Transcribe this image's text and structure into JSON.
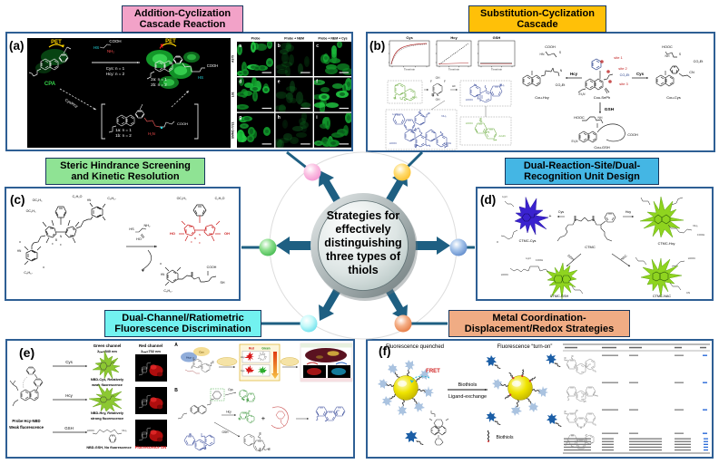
{
  "hub": {
    "title": "Strategies for effectively distinguishing three types of thiols"
  },
  "panels": {
    "a": {
      "label": "(a)",
      "header": {
        "line1": "Addition-Cyclization",
        "line2": "Cascade Reaction"
      },
      "scheme": {
        "pet_left": "PET",
        "pet_right": "PET",
        "cpa": "CPA",
        "cooh_top": "COOH",
        "hs_top": "HS",
        "nh2_top": "NH₂",
        "cond1": "Cys: n = 1",
        "cond2": "Hcy: n = 2",
        "arrow_label": "Cys/Hcy",
        "prod1": "2a: n = 1",
        "prod2": "2b: n = 2",
        "prod_cooh": "COOH",
        "prod_hs": "HS",
        "prod_h2n": "H₂N",
        "int1": "1a: n = 1",
        "int2": "1b: n = 2",
        "int_cooh": "COOH"
      },
      "grid": {
        "col_headers": [
          "Probe",
          "Probe + NEM",
          "Probe + NEM + Cys"
        ],
        "row_labels": [
          "A375",
          "L02",
          "SMMC-7721"
        ],
        "cell_letters": [
          "a",
          "b",
          "c",
          "d",
          "e",
          "f",
          "g",
          "h",
          "i"
        ]
      }
    },
    "b": {
      "label": "(b)",
      "header": {
        "line1": "Substitution-Cyclization",
        "line2": "Cascade"
      },
      "charts": [
        {
          "title": "Cys",
          "xlabel": "Time/min"
        },
        {
          "title": "Hcy",
          "xlabel": "Time/min"
        },
        {
          "title": "GSH",
          "xlabel": "Time/min"
        }
      ],
      "scheme": {
        "left_caption": "Cou-Hcy",
        "center_caption": "Cou-SePh",
        "right_caption": "Cou-Cys",
        "bottom_caption": "Cou-GSH",
        "arrow_left": "Hcy",
        "arrow_right": "Cys",
        "arrow_down": "GSH",
        "site1": "site 1",
        "site2": "site 2",
        "site3": "site 3",
        "co2et": "CO₂Et",
        "co2et_l": "CO₂Et",
        "co2et_r": "CO₂Et",
        "cooh_l": "COOH",
        "hooc_r": "HOOC",
        "cn_r": "CN",
        "hooc_b": "HOOC",
        "cooh_b": "COOH",
        "et2n_c": "Et₂N",
        "et2n_b": "Et₂N",
        "nh_l": "HN",
        "nh_r": "NH",
        "nh_b": "NH",
        "hf": "HF"
      }
    },
    "c": {
      "label": "(c)",
      "header": {
        "line1": "Steric Hindrance Screening",
        "line2": "and Kinetic Resolution"
      },
      "scheme": {
        "oc2h5_a": "OC₂H₅",
        "c2h5o_a": "C₂H₅O",
        "oc2h5_b": "OC₂H₅",
        "c8h17_a": "C₈H₁₇",
        "c8h17_b": "C₈H₁₇",
        "c8h17_c": "C₈H₁₇",
        "hs": "HS",
        "nh2": "NH₂",
        "ho_cys": "HO",
        "oc2h5_r": "OC₂H₅",
        "c2h5o_r": "C₂H₅O",
        "ho_red": "HO",
        "oh_red": "OH",
        "hn_a": "HN",
        "hn_b": "HN",
        "cooh": "COOH",
        "sh": "SH"
      }
    },
    "d": {
      "label": "(d)",
      "header": {
        "line1": "Dual-Reaction-Site/Dual-",
        "line2": "Recognition Unit Design"
      },
      "scheme": {
        "center_caption": "CTMC",
        "cys_caption": "CTMC-Cys",
        "hcy_caption": "CTMC-Hcy",
        "gsh_caption": "CTMC-GSH",
        "nac_caption": "CTMC-NAC",
        "arrow_cys": "Cys",
        "arrow_hcy": "Hcy",
        "arrow_gsh": "GSH",
        "arrow_nac": "NAC"
      }
    },
    "e": {
      "label": "(e)",
      "header": {
        "line1": "Dual-Channel/Ratiometric",
        "line2": "Fluorescence Discrimination"
      },
      "left": {
        "probe1": "Probe Hcy-NBD",
        "probe2": "Weak fluorescence",
        "arrow1": "Cys",
        "arrow2": "Hcy",
        "arrow3": "GSH",
        "green_ch1": "Green channel",
        "green_ch2": "λₑₘ=540 nm",
        "red_ch1": "Red channel",
        "red_ch2": "λₑₘ=702 nm",
        "cap1a": "NBD-Cys, Relatively",
        "cap1b": "weak fluorescence",
        "cap2a": "NBD-Hcy, Relatively",
        "cap2b": "strong fluorescence",
        "cap3": "NBD-GSH, No fluorescence",
        "fluor_on": "Fluorescence ON"
      },
      "right": {
        "a_label": "A",
        "b_label": "B",
        "plus": "+",
        "cys": "Cys",
        "hcy": "Hcy",
        "gsh": "GSH",
        "red": "Red",
        "green": "Green"
      }
    },
    "f": {
      "label": "(f)",
      "header": {
        "line1": "Metal Coordination-",
        "line2": "Displacement/Redox Strategies"
      },
      "scheme": {
        "quenched": "Fluorescence quenched",
        "turnon": "Fluorescence “turn-on”",
        "fret": "FRET",
        "biothiols": "Biothiols",
        "ligand": "Ligand-exchange",
        "legend": "Biothiols"
      }
    }
  }
}
